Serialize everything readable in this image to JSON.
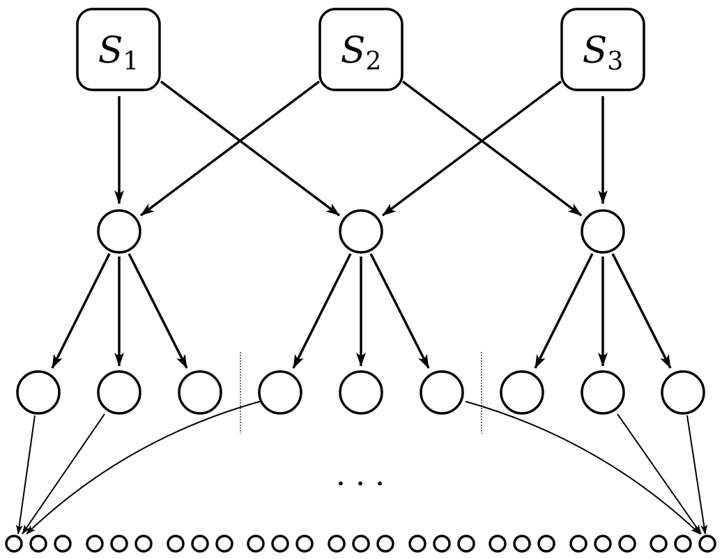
{
  "diagram": {
    "sources": [
      {
        "letter": "S",
        "index": "1"
      },
      {
        "letter": "S",
        "index": "2"
      },
      {
        "letter": "S",
        "index": "3"
      }
    ],
    "ellipsis": ". . .",
    "stroke_color": "#000000",
    "background_color": "#ffffff"
  }
}
